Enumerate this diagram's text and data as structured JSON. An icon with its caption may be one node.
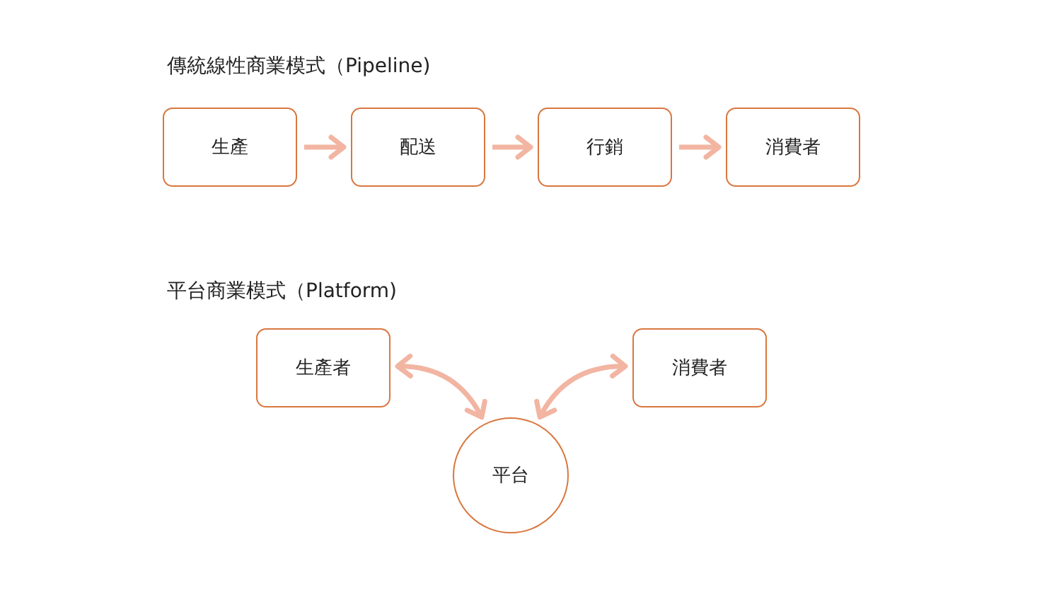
{
  "diagram": {
    "nodes": [
      {
        "text": [
          "生產"
        ]
      },
      {
        "text": [
          "配送"
        ]
      },
      {
        "text": [
          "行銷"
        ]
      },
      {
        "text": [
          "消費者"
        ]
      },
      {
        "text": [
          "生產者"
        ]
      },
      {
        "text": [
          "消費者"
        ]
      },
      {
        "text": [
          "平台"
        ]
      }
    ],
    "edges": [
      {
        "from": 0,
        "to": 1,
        "arrow": "to"
      },
      {
        "from": 1,
        "to": 2,
        "arrow": "to"
      },
      {
        "from": 2,
        "to": 3,
        "arrow": "to"
      },
      {
        "from": 4,
        "to": 6,
        "arrow": "both"
      },
      {
        "from": 5,
        "to": 6,
        "arrow": "both"
      }
    ],
    "labels": [
      "傳統線性商業模式（Pipeline)",
      "平台商業模式（Platform)"
    ]
  }
}
